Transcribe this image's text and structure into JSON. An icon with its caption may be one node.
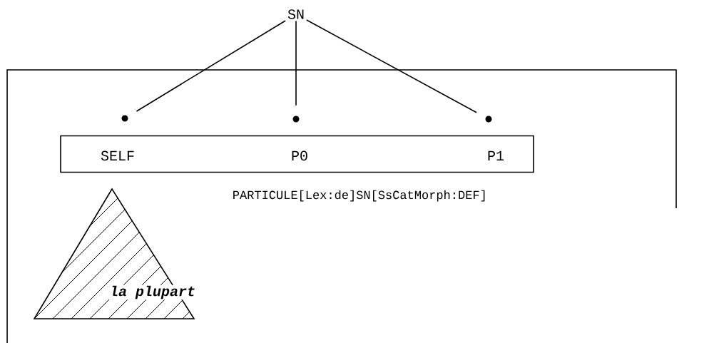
{
  "diagram": {
    "nodes": [
      {
        "text": [
          "SN"
        ]
      },
      {
        "text": [],
        "shape": "circle"
      },
      {
        "text": [],
        "shape": "circle"
      },
      {
        "text": [],
        "shape": "circle"
      },
      {
        "text": [
          "SELF",
          "P0",
          "P1"
        ]
      },
      {
        "text": [
          "la plupart"
        ]
      }
    ],
    "edges": [
      {
        "from": 0,
        "to": 1,
        "arrow": "none"
      },
      {
        "from": 0,
        "to": 2,
        "arrow": "none"
      },
      {
        "from": 0,
        "to": 3,
        "arrow": "none"
      }
    ],
    "labels": [
      "PARTICULE[Lex:de]SN[SsCatMorph:DEF]"
    ]
  }
}
